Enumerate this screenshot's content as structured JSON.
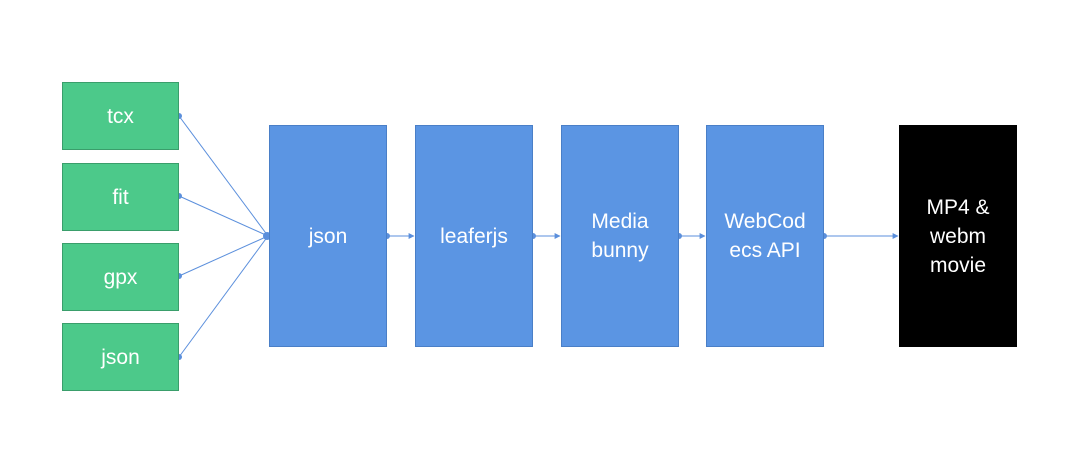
{
  "colors": {
    "source_fill": "#4cc98a",
    "stage_fill": "#5b95e3",
    "output_fill": "#000000",
    "connector": "#5b8fdc"
  },
  "sources": [
    {
      "label": "tcx"
    },
    {
      "label": "fit"
    },
    {
      "label": "gpx"
    },
    {
      "label": "json"
    }
  ],
  "stages": [
    {
      "label": "json"
    },
    {
      "label": "leaferjs"
    },
    {
      "label": "Media\nbunny"
    },
    {
      "label": "WebCod\necs API"
    }
  ],
  "output": {
    "label": "MP4 &\nwebm\nmovie"
  }
}
